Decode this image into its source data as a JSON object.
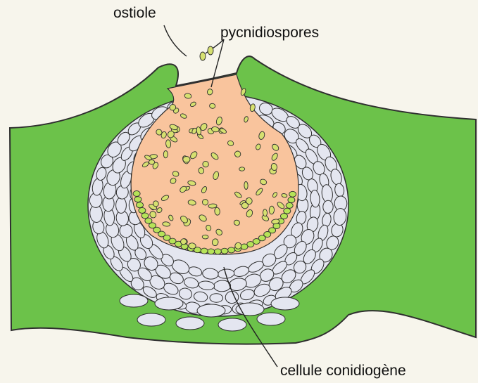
{
  "labels": {
    "ostiole": "ostiole",
    "pycnidiospores": "pycnidiospores",
    "cellule_conidiogene": "cellule conidiogène"
  },
  "colors": {
    "background": "#f7f5ec",
    "host_tissue": "#6cc24a",
    "spore_mass": "#f9c49d",
    "wall_cells": "#e4e6f0",
    "spores": "#d6e070",
    "conidiogenous_cells": "#b6e358",
    "outline": "#2f2f2f"
  }
}
